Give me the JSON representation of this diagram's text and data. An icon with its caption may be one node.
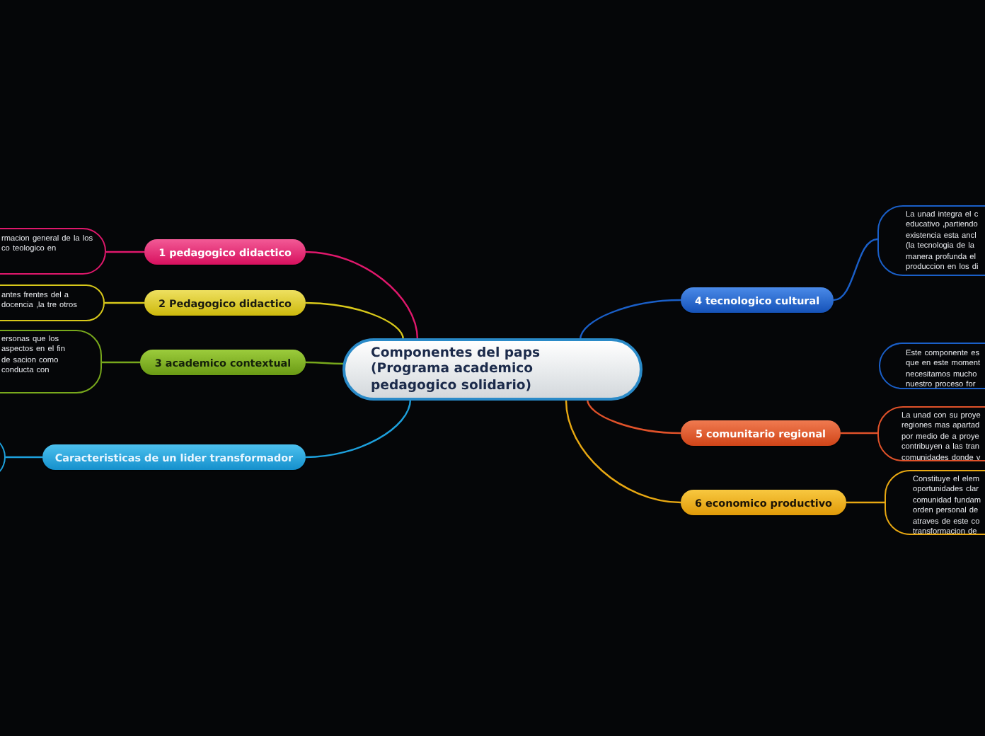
{
  "diagram": {
    "nodes": [
      {
        "text": [
          "Componentes del paps (Programa academico pedagogico solidario)"
        ]
      },
      {
        "text": [
          "1 pedagogico didactico"
        ]
      },
      {
        "text": [
          "2 Pedagogico didactico"
        ]
      },
      {
        "text": [
          "3 academico contextual"
        ]
      },
      {
        "text": [
          "Caracteristicas de un lider transformador"
        ]
      },
      {
        "text": [
          "4 tecnologico cultural"
        ]
      },
      {
        "text": [
          "5 comunitario regional"
        ]
      },
      {
        "text": [
          "6 economico productivo"
        ]
      },
      {
        "text": [
          "rmacion general de la los co teologico en"
        ]
      },
      {
        "text": [
          "antes frentes del a docencia ,la tre otros"
        ]
      },
      {
        "text": [
          "ersonas que los aspectos en el fin de sacion como conducta con"
        ]
      },
      {
        "text": [],
        "shape": "circle"
      },
      {
        "text": [
          "La unad integra el c educativo ,partiendo existencia esta ancl (la tecnologia de la manera profunda el produccion en los di"
        ]
      },
      {
        "text": [
          "Este componente es que en este moment necesitamos mucho nuestro proceso for"
        ]
      },
      {
        "text": [
          "La unad con su proye regiones mas apartad por medio de a proye contribuyen a las tran comunidades donde v"
        ]
      },
      {
        "text": [
          "Constituye el elem oportunidades clar comunidad fundam orden personal de atraves de este co transformacion de"
        ]
      }
    ],
    "edges": [
      {
        "from": 0,
        "to": 1,
        "arrow": "none",
        "color": "#e0186c"
      },
      {
        "from": 0,
        "to": 2,
        "arrow": "none",
        "color": "#d8c81a"
      },
      {
        "from": 0,
        "to": 3,
        "arrow": "none",
        "color": "#78a81c"
      },
      {
        "from": 0,
        "to": 4,
        "arrow": "none",
        "color": "#1da0dc"
      },
      {
        "from": 0,
        "to": 5,
        "arrow": "none",
        "color": "#1a5fc8"
      },
      {
        "from": 0,
        "to": 6,
        "arrow": "none",
        "color": "#e0522a"
      },
      {
        "from": 0,
        "to": 7,
        "arrow": "none",
        "color": "#e8a812"
      },
      {
        "from": 1,
        "to": 8,
        "arrow": "none",
        "color": "#e0186c"
      },
      {
        "from": 2,
        "to": 9,
        "arrow": "none",
        "color": "#d8c81a"
      },
      {
        "from": 3,
        "to": 10,
        "arrow": "none",
        "color": "#78a81c"
      },
      {
        "from": 4,
        "to": 11,
        "arrow": "none",
        "color": "#1da0dc"
      },
      {
        "from": 5,
        "to": 12,
        "arrow": "none",
        "color": "#1a5fc8"
      },
      {
        "from": 6,
        "to": 14,
        "arrow": "none",
        "color": "#e0522a"
      },
      {
        "from": 7,
        "to": 15,
        "arrow": "none",
        "color": "#e8a812"
      }
    ]
  }
}
